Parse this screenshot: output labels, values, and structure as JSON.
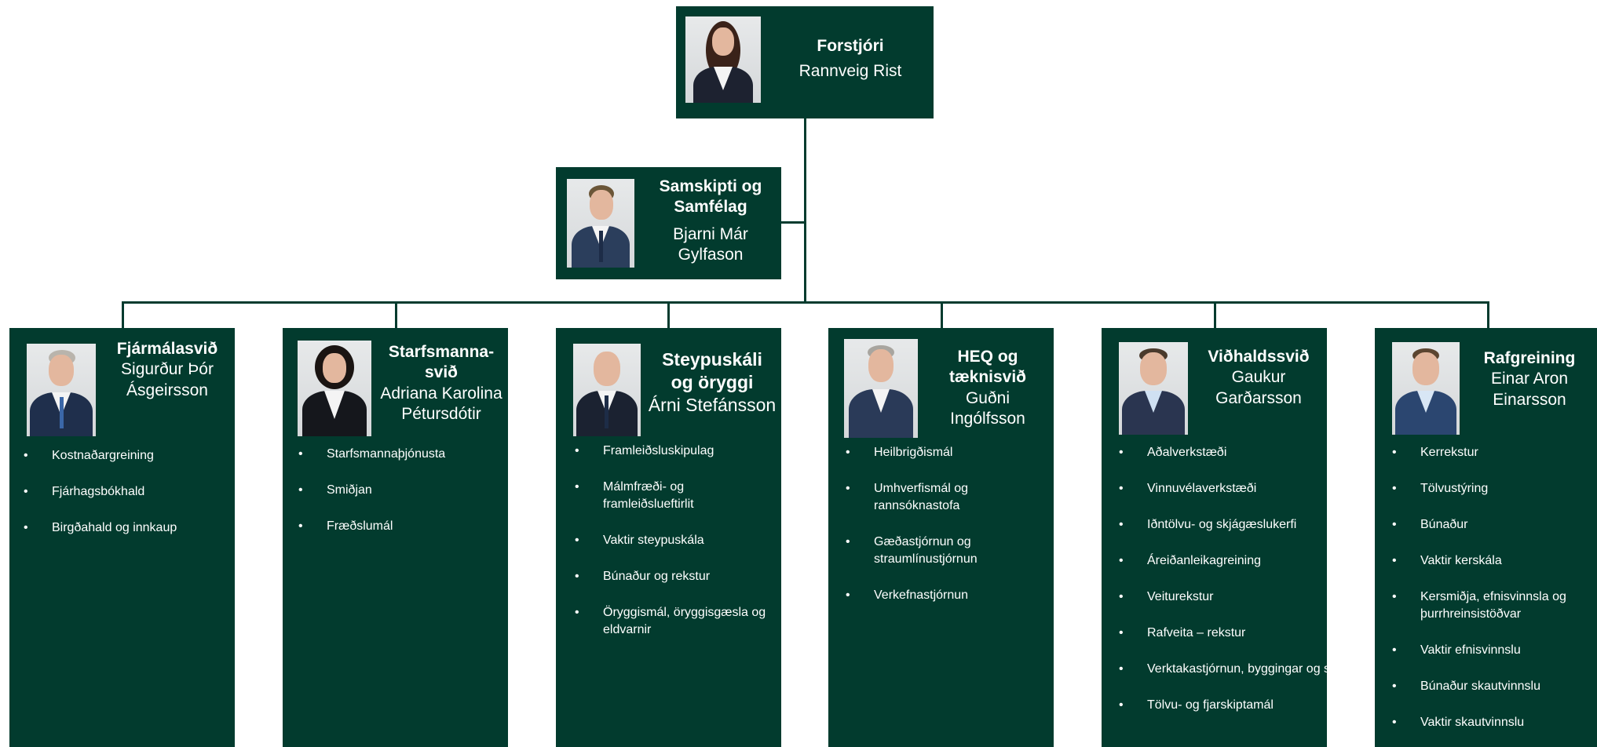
{
  "colors": {
    "box": "#023b2e",
    "text": "#ffffff",
    "line": "#023b2e"
  },
  "ceo": {
    "role": "Forstjóri",
    "name": "Rannveig Rist"
  },
  "communications": {
    "role_line1": "Samskipti og",
    "role_line2": "Samfélag",
    "name_line1": "Bjarni Már",
    "name_line2": "Gylfason"
  },
  "departments": [
    {
      "role_line1": "Fjármálasvið",
      "role_line2": "",
      "name_line1": "Sigurður Þór",
      "name_line2": "Ásgeirsson",
      "items": [
        "Kostnaðargreining",
        "Fjárhagsbókhald",
        "Birgðahald og innkaup"
      ]
    },
    {
      "role_line1": "Starfsmanna-",
      "role_line2": "svið",
      "name_line1": "Adriana Karolina",
      "name_line2": "Pétursdótir",
      "items": [
        "Starfsmannaþjónusta",
        "Smiðjan",
        "Fræðslumál"
      ]
    },
    {
      "role_line1": "Steypuskáli",
      "role_line2": "og öryggi",
      "name_line1": "Árni Stefánsson",
      "name_line2": "",
      "items": [
        "Framleiðsluskipulag",
        "Málmfræði- og framleiðslueftirlit",
        "Vaktir steypuskála",
        "Búnaður og rekstur",
        "Öryggismál, öryggisgæsla og eldvarnir"
      ]
    },
    {
      "role_line1": "HEQ og",
      "role_line2": "tæknisvið",
      "name_line1": "Guðni",
      "name_line2": "Ingólfsson",
      "items": [
        "Heilbrigðismál",
        "Umhverfismál og rannsóknastofa",
        "Gæðastjórnun og straumlínustjórnun",
        "Verkefnastjórnun"
      ]
    },
    {
      "role_line1": "Viðhaldssvið",
      "role_line2": "",
      "name_line1": "Gaukur",
      "name_line2": "Garðarsson",
      "items": [
        "Aðalverkstæði",
        "Vinnuvélaverkstæði",
        "Iðntölvu- og skjágæslukerfi",
        "Áreiðanleikagreining",
        "Veiturekstur",
        "Rafveita – rekstur",
        "Verktakastjórnun, byggingar og svæði",
        "Tölvu- og fjarskiptamál"
      ]
    },
    {
      "role_line1": "Rafgreining",
      "role_line2": "",
      "name_line1": "Einar Aron",
      "name_line2": "Einarsson",
      "items": [
        "Kerrekstur",
        "Tölvustýring",
        "Búnaður",
        "Vaktir kerskála",
        "Kersmiðja, efnisvinnsla og þurrhreinsistöðvar",
        "Vaktir efnisvinnslu",
        "Búnaður skautvinnslu",
        "Vaktir skautvinnslu"
      ]
    }
  ]
}
